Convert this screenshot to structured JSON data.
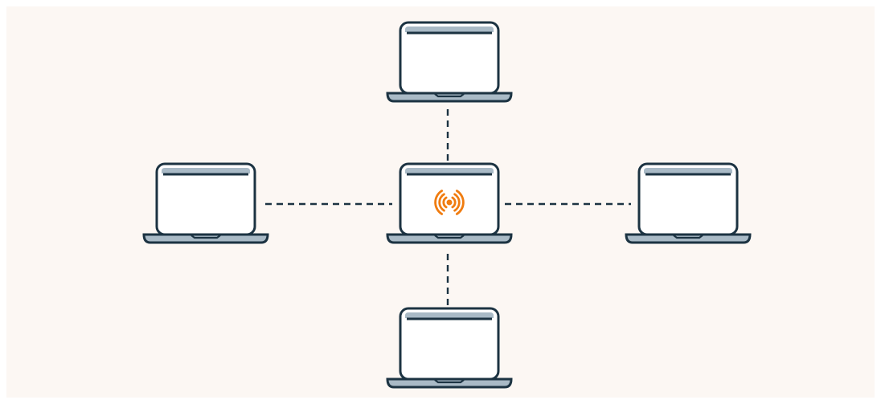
{
  "diagram": {
    "background": "#fcf7f3",
    "stroke_color": "#1c3342",
    "bezel_color": "#a9bac6",
    "screen_color": "#ffffff",
    "signal_color": "#f07c10",
    "topology": "star",
    "nodes": [
      {
        "id": "center",
        "role": "hub",
        "icon": "broadcast-signal-icon"
      },
      {
        "id": "top",
        "role": "client"
      },
      {
        "id": "left",
        "role": "client"
      },
      {
        "id": "right",
        "role": "client"
      },
      {
        "id": "bottom",
        "role": "client"
      }
    ],
    "links": [
      {
        "from": "center",
        "to": "top",
        "style": "dashed"
      },
      {
        "from": "center",
        "to": "left",
        "style": "dashed"
      },
      {
        "from": "center",
        "to": "right",
        "style": "dashed"
      },
      {
        "from": "center",
        "to": "bottom",
        "style": "dashed"
      }
    ]
  }
}
